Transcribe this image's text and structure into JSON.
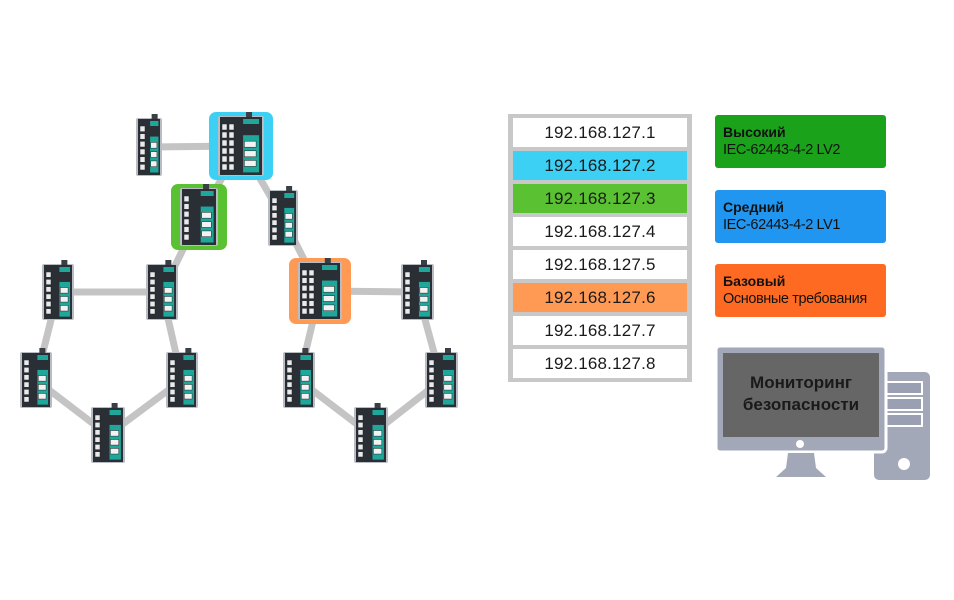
{
  "diagram": {
    "title": "",
    "switches": [
      {
        "id": "sw1",
        "model": "small",
        "highlight": null
      },
      {
        "id": "sw2",
        "model": "large",
        "highlight": "blue",
        "ip_index": 1
      },
      {
        "id": "sw3",
        "model": "medium",
        "highlight": "green",
        "ip_index": 2
      },
      {
        "id": "sw4",
        "model": "medium",
        "highlight": null
      },
      {
        "id": "sw5",
        "model": "large",
        "highlight": null
      },
      {
        "id": "sw6",
        "model": "medium",
        "highlight": null
      },
      {
        "id": "sw7",
        "model": "large",
        "highlight": null
      },
      {
        "id": "sw8",
        "model": "medium",
        "highlight": null
      },
      {
        "id": "sw9",
        "model": "medium",
        "highlight": null
      },
      {
        "id": "sw10",
        "model": "large",
        "highlight": "orange",
        "ip_index": 5
      },
      {
        "id": "sw11",
        "model": "large",
        "highlight": null
      },
      {
        "id": "sw12",
        "model": "medium",
        "highlight": null
      },
      {
        "id": "sw13",
        "model": "medium",
        "highlight": null
      },
      {
        "id": "sw14",
        "model": "large",
        "highlight": null
      }
    ],
    "links": [
      [
        "sw1",
        "sw2"
      ],
      [
        "sw2",
        "sw3"
      ],
      [
        "sw2",
        "sw4"
      ],
      [
        "sw3",
        "sw6"
      ],
      [
        "sw4",
        "sw10"
      ],
      [
        "sw5",
        "sw6"
      ],
      [
        "sw5",
        "sw7"
      ],
      [
        "sw6",
        "sw8"
      ],
      [
        "sw7",
        "sw9"
      ],
      [
        "sw8",
        "sw9"
      ],
      [
        "sw10",
        "sw11"
      ],
      [
        "sw10",
        "sw12"
      ],
      [
        "sw11",
        "sw13"
      ],
      [
        "sw12",
        "sw14"
      ],
      [
        "sw13",
        "sw14"
      ]
    ]
  },
  "ip_table": {
    "rows": [
      {
        "ip": "192.168.127.1",
        "highlight": "none"
      },
      {
        "ip": "192.168.127.2",
        "highlight": "blue"
      },
      {
        "ip": "192.168.127.3",
        "highlight": "green"
      },
      {
        "ip": "192.168.127.4",
        "highlight": "none"
      },
      {
        "ip": "192.168.127.5",
        "highlight": "none"
      },
      {
        "ip": "192.168.127.6",
        "highlight": "orange"
      },
      {
        "ip": "192.168.127.7",
        "highlight": "none"
      },
      {
        "ip": "192.168.127.8",
        "highlight": "none"
      }
    ]
  },
  "security_levels": [
    {
      "title": "Высокий",
      "description": "IEC-62443-4-2 LV2",
      "color": "#1aa31a"
    },
    {
      "title": "Средний",
      "description": "IEC-62443-4-2 LV1",
      "color": "#2196f0"
    },
    {
      "title": "Базовый",
      "description": "Основные требования",
      "color": "#ff6a22"
    }
  ],
  "monitoring": {
    "line1": "Мониторинг",
    "line2": "безопасности"
  },
  "colors": {
    "blue_highlight": "#3dd0f5",
    "green_highlight": "#5ac232",
    "orange_highlight": "#ff9a55",
    "link": "#c4c4c4",
    "switch_body": "#2a2f36",
    "switch_accent": "#1fa79b",
    "table_border": "#c8c8c8",
    "monitor_frame": "#a3a8b8",
    "monitor_screen": "#666666"
  }
}
